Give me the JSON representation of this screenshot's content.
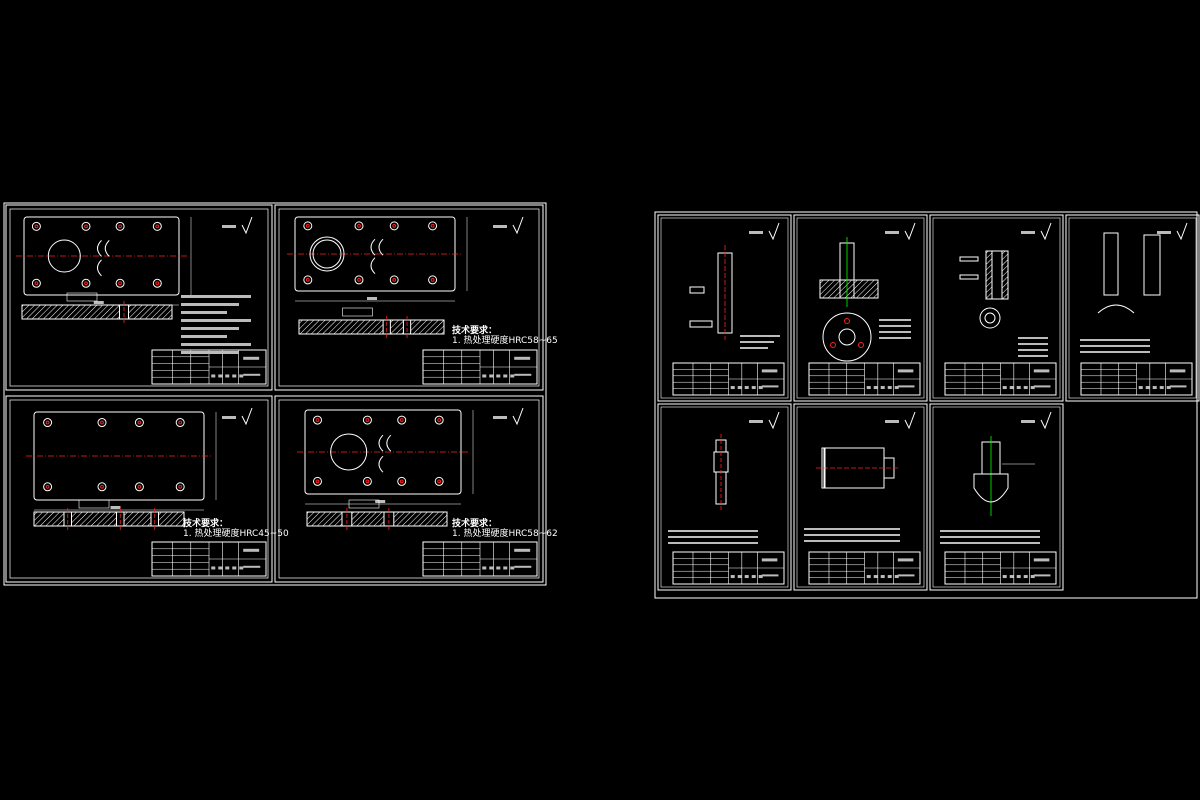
{
  "colors": {
    "background": "#000000",
    "border": "#ffffff",
    "section_red": "#ff3030",
    "center_red": "#ff2020",
    "highlight_green": "#00ff00",
    "hatch": "#ffffff",
    "text_fill": "#bbbbbb"
  },
  "sheets": {
    "sheet_a": {
      "tech_req_title": "技术要求：",
      "tech_req_line": "1. 热处理硬度HRC58~65"
    },
    "sheet_b": {
      "tech_req_title": "技术要求：",
      "tech_req_line": "1. 热处理硬度HRC45~50"
    },
    "sheet_c": {
      "tech_req_title": "技术要求：",
      "tech_req_line": "1. 热处理硬度HRC58~62"
    }
  }
}
